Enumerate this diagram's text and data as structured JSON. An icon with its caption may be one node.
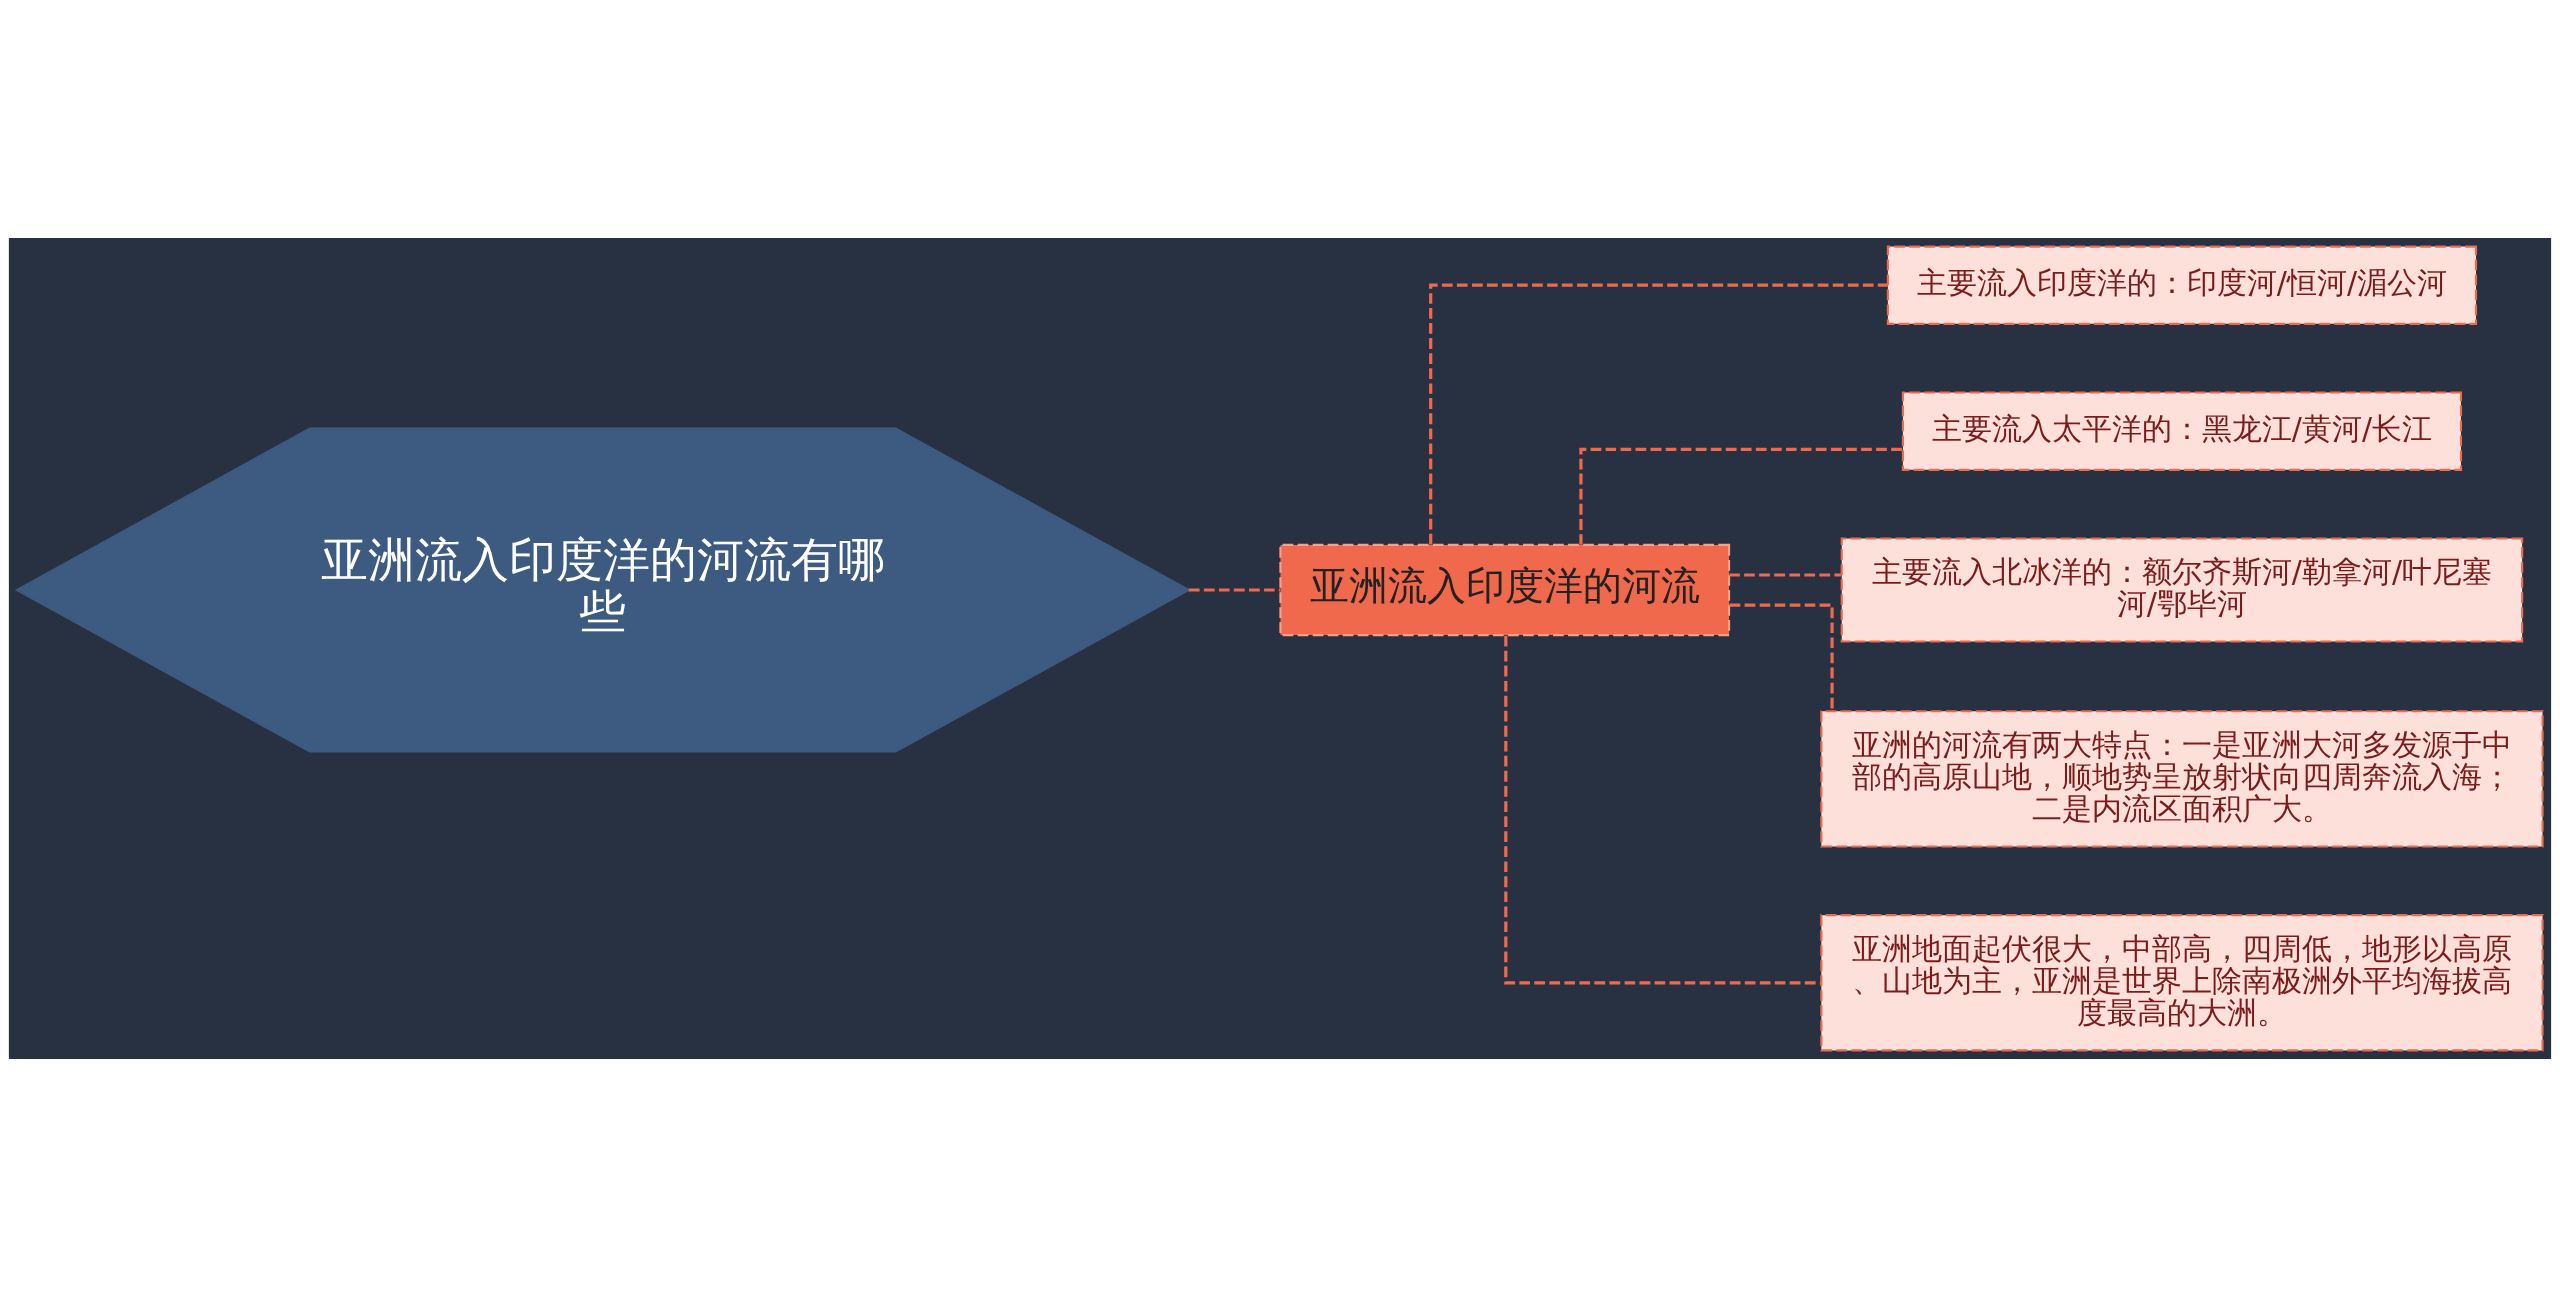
{
  "diagram": {
    "nodes": [
      {
        "text": [
          "亚洲流入印度洋的河流有哪些"
        ]
      },
      {
        "text": [
          "亚洲流入印度洋的河流"
        ]
      },
      {
        "text": [
          "主要流入印度洋的：印度河/恒河/湄公河"
        ]
      },
      {
        "text": [
          "主要流入太平洋的：黑龙江/黄河/长江"
        ]
      },
      {
        "text": [
          "主要流入北冰洋的：额尔齐斯河/勒拿河/叶尼塞河/鄂毕河"
        ]
      },
      {
        "text": [
          "亚洲的河流有两大特点：一是亚洲大河多发源于中部的高原山地，顺地势呈放射状向四周奔流入海；二是内流区面积广大。"
        ]
      },
      {
        "text": [
          "亚洲地面起伏很大，中部高，四周低，地形以高原、山地为主，亚洲是世界上除南极洲外平均海拔高度最高的大洲。"
        ]
      }
    ],
    "edges": [
      {
        "from": 0,
        "to": 1,
        "arrow": "none",
        "style": "dashed"
      },
      {
        "from": 1,
        "to": 2,
        "arrow": "none",
        "style": "dashed"
      },
      {
        "from": 1,
        "to": 3,
        "arrow": "none",
        "style": "dashed"
      },
      {
        "from": 1,
        "to": 4,
        "arrow": "none",
        "style": "dashed"
      },
      {
        "from": 1,
        "to": 5,
        "arrow": "none",
        "style": "dashed"
      },
      {
        "from": 1,
        "to": 6,
        "arrow": "none",
        "style": "dashed"
      }
    ]
  }
}
